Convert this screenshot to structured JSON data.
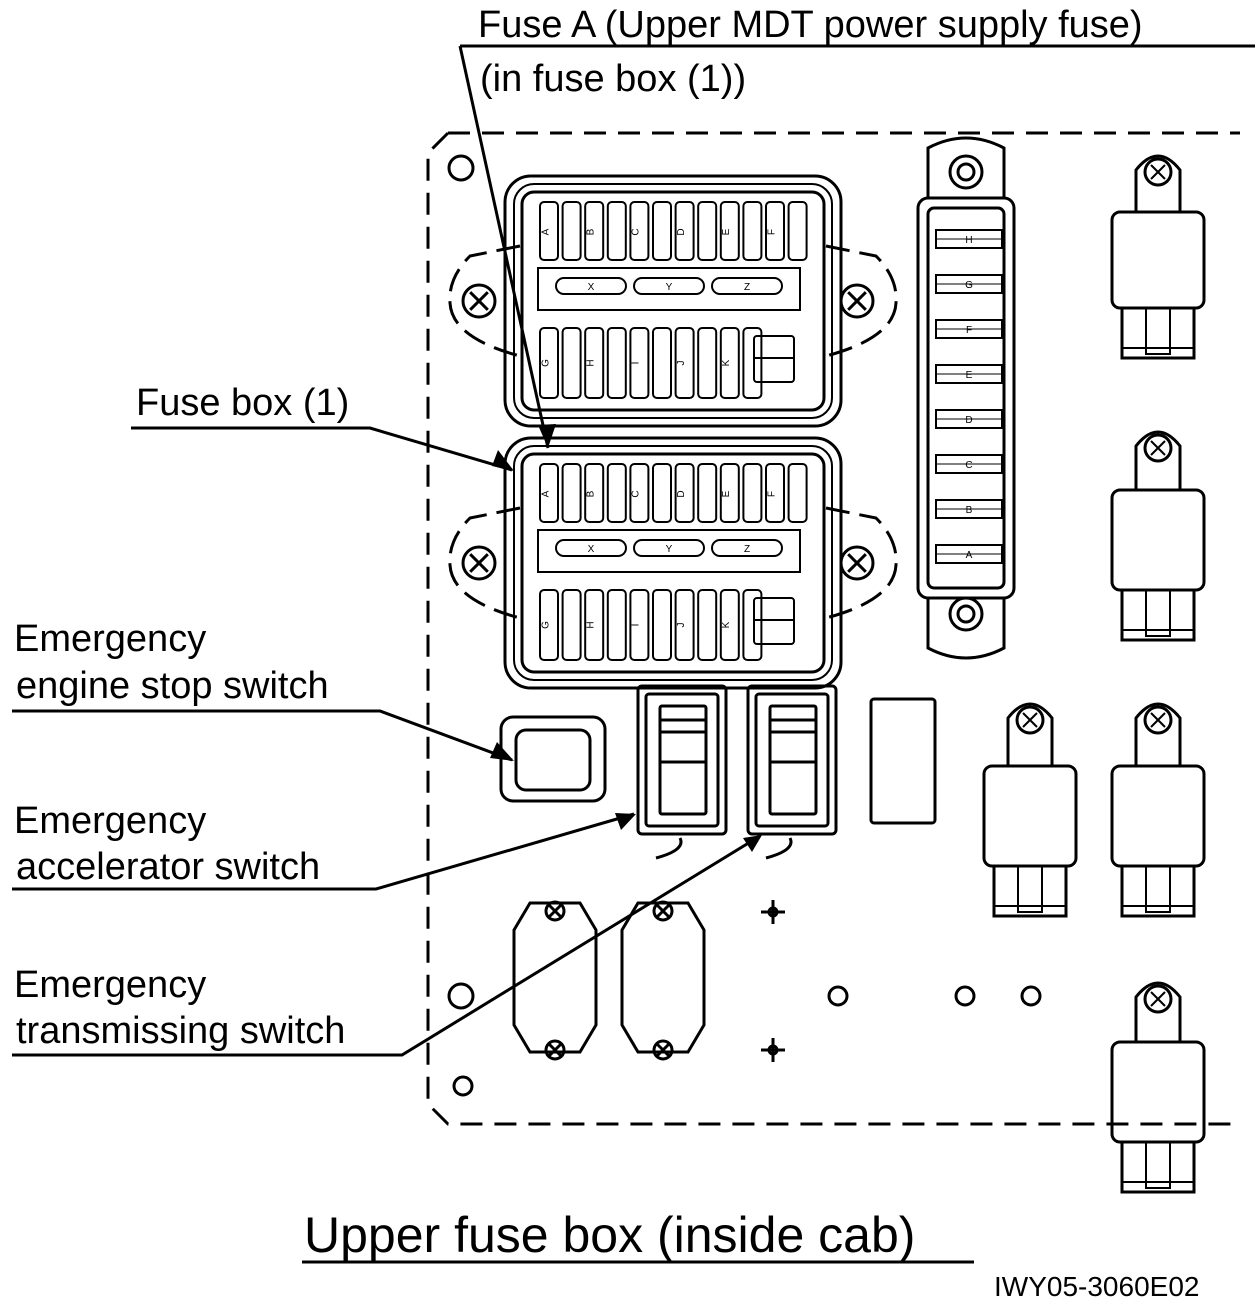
{
  "labels": {
    "fuse_a_line1": "Fuse A (Upper MDT power supply fuse)",
    "fuse_a_line2": "(in fuse box (1))",
    "fuse_box_1": "Fuse box (1)",
    "engine_stop_line1": "Emergency",
    "engine_stop_line2": "engine stop switch",
    "accelerator_line1": "Emergency",
    "accelerator_line2": "accelerator switch",
    "transmissing_line1": "Emergency",
    "transmissing_line2": "transmissing switch"
  },
  "title": "Upper fuse box (inside cab)",
  "figure_code": "IWY05-3060E02",
  "fuse_box": {
    "top_row": [
      "A",
      "B",
      "C",
      "D",
      "E",
      "F"
    ],
    "middle_row": [
      "X",
      "Y",
      "Z"
    ],
    "bottom_row": [
      "G",
      "H",
      "I",
      "J",
      "K"
    ]
  },
  "vertical_fuse_strip": [
    "H",
    "G",
    "F",
    "E",
    "D",
    "C",
    "B",
    "A"
  ]
}
